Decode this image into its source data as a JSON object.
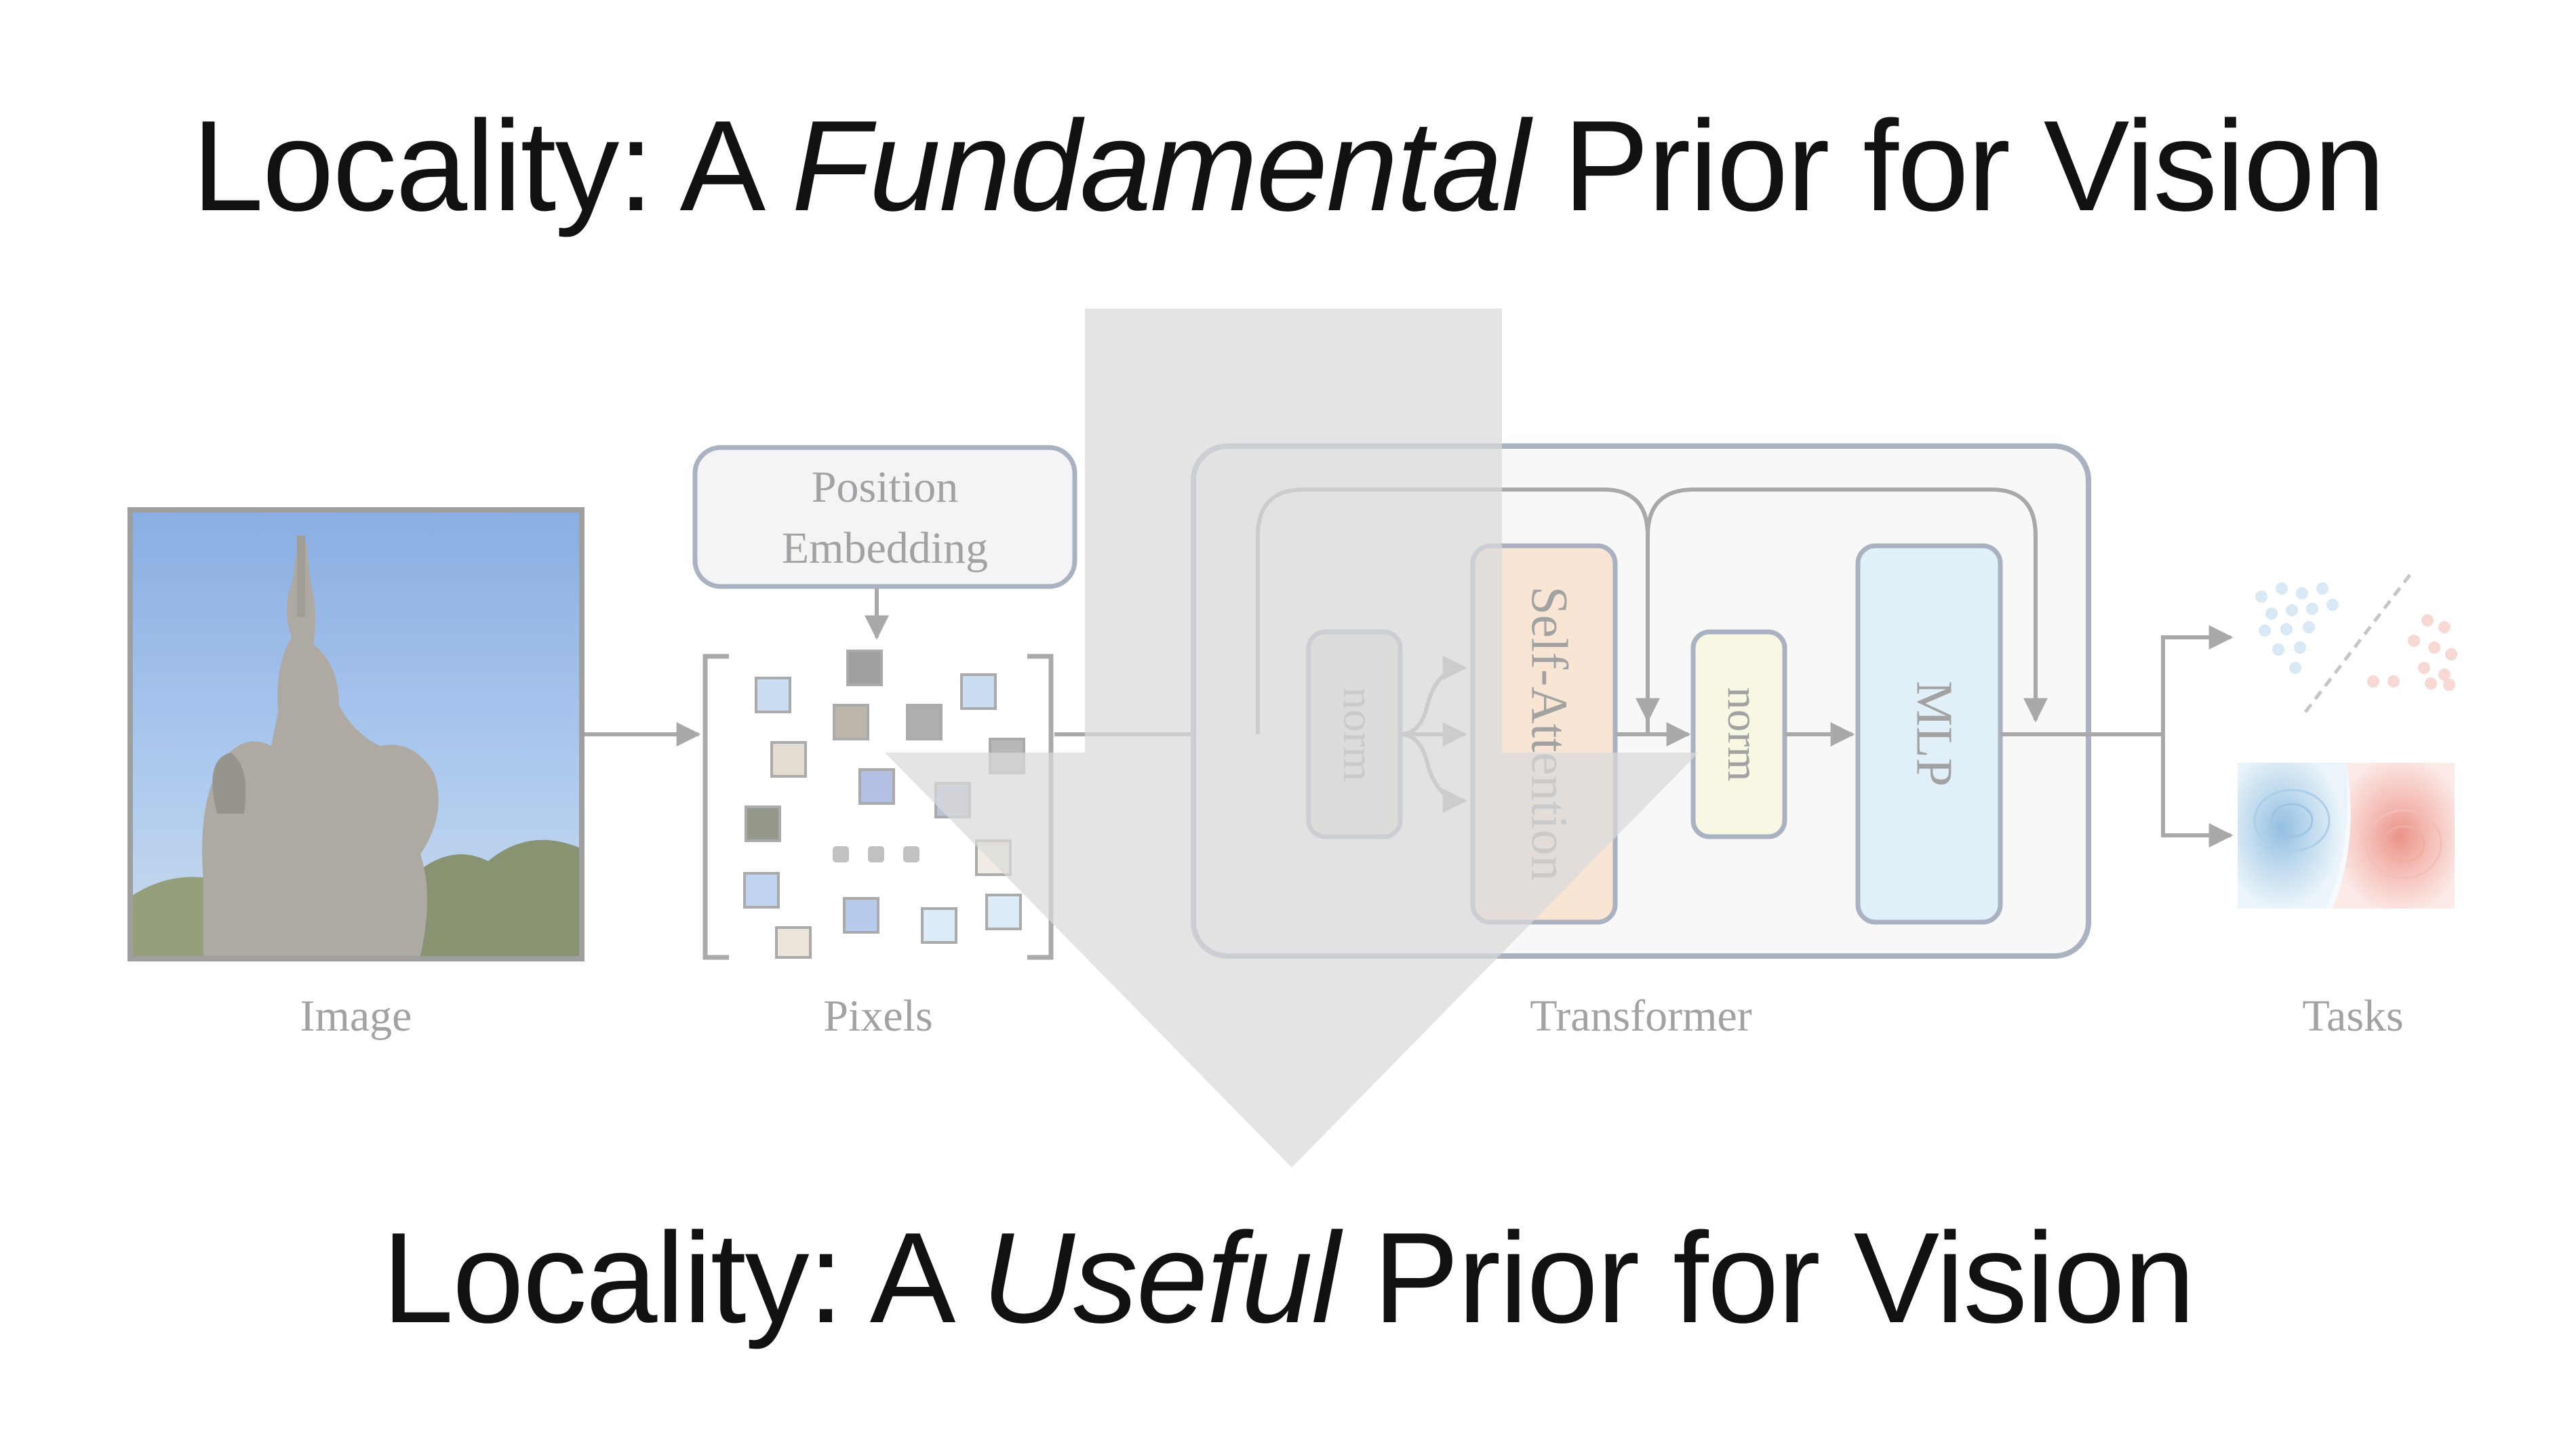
{
  "titles": {
    "top": {
      "prefix": "Locality: A ",
      "emphasis": "Fundamental",
      "suffix": " Prior for Vision"
    },
    "bottom": {
      "prefix": "Locality: A ",
      "emphasis": "Useful",
      "suffix": " Prior for Vision"
    }
  },
  "diagram": {
    "position_embedding": {
      "line1": "Position",
      "line2": "Embedding"
    },
    "blocks": {
      "norm1": "norm",
      "self_attention": "Self-Attention",
      "norm2": "norm",
      "mlp": "MLP"
    },
    "captions": {
      "image": "Image",
      "pixels": "Pixels",
      "transformer": "Transformer",
      "tasks": "Tasks"
    }
  },
  "colors": {
    "title_text": "#111111",
    "diagram_text": "#7f7f7f",
    "line": "#888888",
    "arrow_overlay": "#d9d9d9",
    "self_attention_fill": "#f5dcc4",
    "mlp_fill": "#d6ebf5",
    "norm2_fill": "#f4f4d8",
    "norm1_fill": "#d8d8d0"
  }
}
